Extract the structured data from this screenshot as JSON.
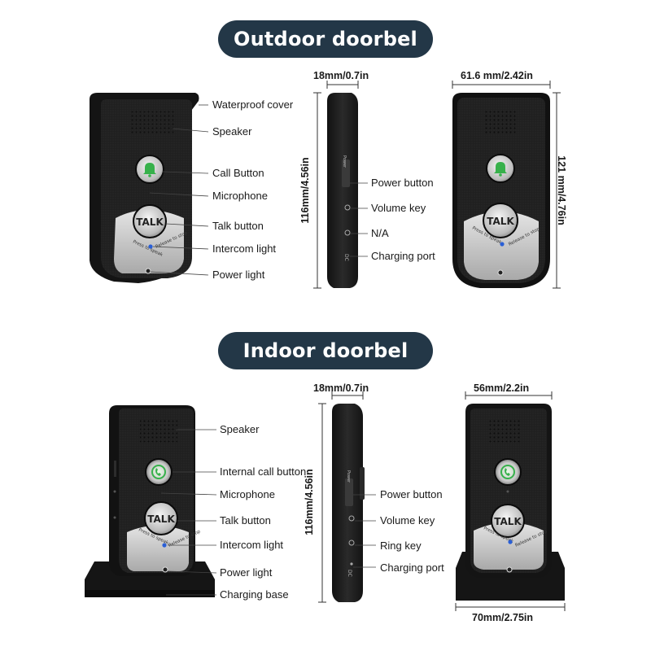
{
  "sections": {
    "outdoor": {
      "title": "Outdoor doorbel",
      "front_labels": [
        "Waterproof cover",
        "Speaker",
        "Call Button",
        "Microphone",
        "Talk button",
        "Intercom light",
        "Power light"
      ],
      "side_labels": [
        "Power button",
        "Volume key",
        "N/A",
        "Charging port"
      ],
      "dims": {
        "depth": "18mm/0.7in",
        "height_side": "116mm/4.56in",
        "width": "61.6 mm/2.42in",
        "height_back": "121 mm/4.76in"
      }
    },
    "indoor": {
      "title": "Indoor doorbel",
      "front_labels": [
        "Speaker",
        "Internal call button",
        "Microphone",
        "Talk button",
        "Intercom light",
        "Power light",
        "Charging base"
      ],
      "side_labels": [
        "Power button",
        "Volume key",
        "Ring key",
        "Charging port"
      ],
      "dims": {
        "depth": "18mm/0.7in",
        "height_side": "116mm/4.56in",
        "width_top": "56mm/2.2in",
        "width_bottom": "70mm/2.75in"
      }
    }
  },
  "device_print": {
    "talk": "TALK",
    "press": "Press to speak",
    "release": "Release to stop",
    "power": "Power",
    "dc": "DC"
  },
  "colors": {
    "pill": "#233747",
    "body": "#1c1c1c",
    "silver": "#c9c9c9",
    "call_green": "#36b34a",
    "intercom_blue": "#2a5fd6"
  },
  "icons": [
    "bell-icon",
    "phone-icon",
    "speaker-grille-icon"
  ]
}
